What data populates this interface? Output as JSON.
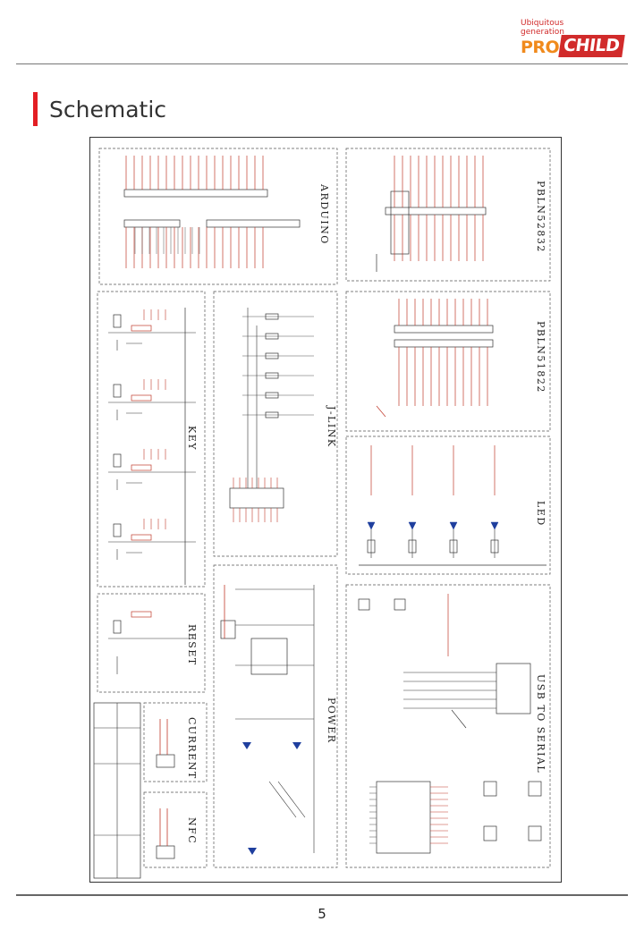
{
  "header": {
    "logo_line1": "Ubiquitous",
    "logo_line2": "generation",
    "logo_pro": "PRO",
    "logo_child": "CHILD"
  },
  "page_title": "Schematic",
  "schematic": {
    "blocks": [
      {
        "id": "arduino",
        "label": "ARDUINO"
      },
      {
        "id": "pbln52832",
        "label": "PBLN52832"
      },
      {
        "id": "pbln51822",
        "label": "PBLN51822"
      },
      {
        "id": "jlink",
        "label": "J-LINK"
      },
      {
        "id": "key",
        "label": "KEY"
      },
      {
        "id": "led",
        "label": "LED"
      },
      {
        "id": "reset",
        "label": "RESET"
      },
      {
        "id": "power",
        "label": "POWER"
      },
      {
        "id": "usb",
        "label": "USB TO SERIAL"
      },
      {
        "id": "current",
        "label": "CURRENT"
      },
      {
        "id": "nfc",
        "label": "NFC"
      }
    ]
  },
  "footer": {
    "page_number": "5"
  }
}
